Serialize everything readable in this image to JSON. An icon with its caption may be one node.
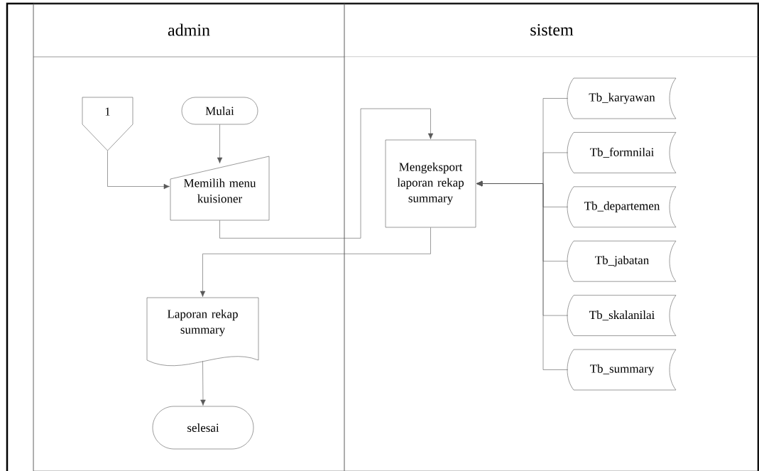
{
  "diagram": {
    "nodes": [
      {
        "text": [
          "admin"
        ]
      },
      {
        "text": [
          "sistem"
        ]
      },
      {
        "text": [
          "1"
        ],
        "in": 0
      },
      {
        "text": [
          "Mulai"
        ],
        "in": 0
      },
      {
        "text": [
          "Memilih menu kuisioner"
        ],
        "in": 0
      },
      {
        "text": [
          "Laporan rekap summary"
        ],
        "in": 0
      },
      {
        "text": [
          "selesai"
        ],
        "in": 0
      },
      {
        "text": [
          "Mengeksport laporan rekap summary"
        ],
        "in": 1
      },
      {
        "text": [
          "Tb_karyawan"
        ],
        "in": 1
      },
      {
        "text": [
          "Tb_formnilai"
        ],
        "in": 1
      },
      {
        "text": [
          "Tb_departemen"
        ],
        "in": 1
      },
      {
        "text": [
          "Tb_jabatan"
        ],
        "in": 1
      },
      {
        "text": [
          "Tb_skalanilai"
        ],
        "in": 1
      },
      {
        "text": [
          "Tb_summary"
        ],
        "in": 1
      }
    ],
    "edges": [
      {
        "from": 2,
        "to": 4,
        "arrow": "to"
      },
      {
        "from": 3,
        "to": 4,
        "arrow": "to"
      },
      {
        "from": 4,
        "to": 7,
        "arrow": "to"
      },
      {
        "from": 7,
        "to": 5,
        "arrow": "to"
      },
      {
        "from": 5,
        "to": 6,
        "arrow": "to"
      },
      {
        "from": 8,
        "to": 7,
        "arrow": "to"
      },
      {
        "from": 9,
        "to": 7,
        "arrow": "to"
      },
      {
        "from": 10,
        "to": 7,
        "arrow": "to"
      },
      {
        "from": 11,
        "to": 7,
        "arrow": "to"
      },
      {
        "from": 12,
        "to": 7,
        "arrow": "to"
      },
      {
        "from": 13,
        "to": 7,
        "arrow": "to"
      }
    ]
  }
}
